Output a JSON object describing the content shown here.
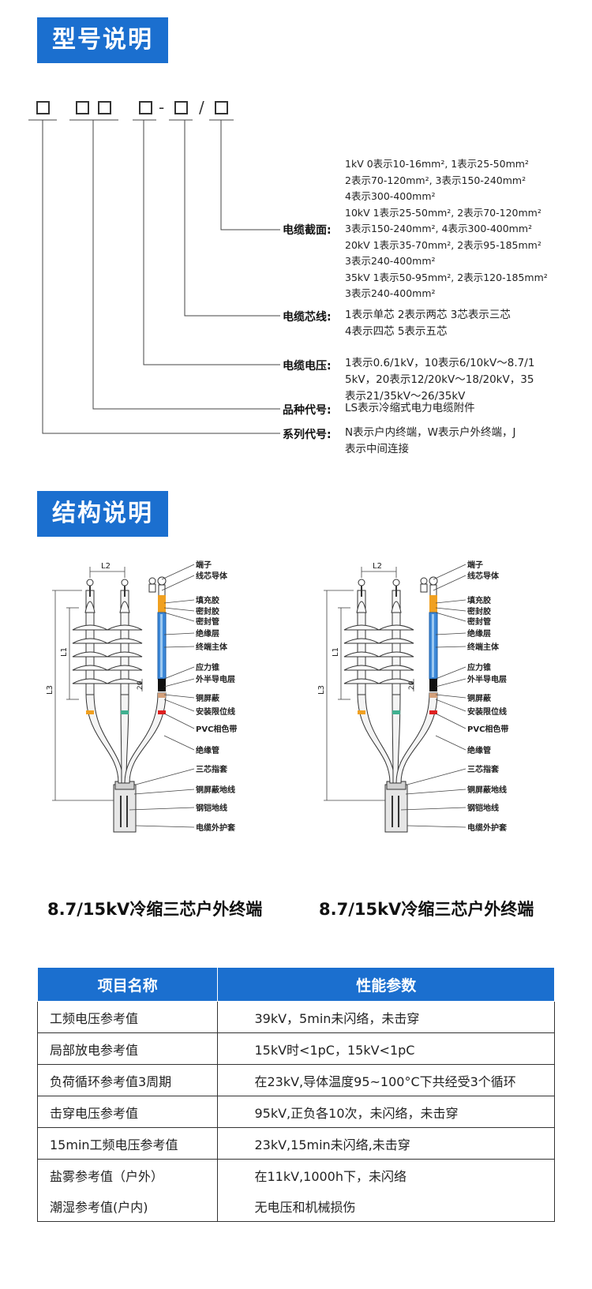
{
  "model_section": {
    "title": "型号说明",
    "separators": [
      "-",
      "/"
    ],
    "items": [
      {
        "label": "电缆截面:",
        "lines": [
          "1kV 0表示10-16mm², 1表示25-50mm²",
          "2表示70-120mm², 3表示150-240mm²",
          "4表示300-400mm²",
          "10kV 1表示25-50mm², 2表示70-120mm²",
          "3表示150-240mm², 4表示300-400mm²",
          "20kV 1表示35-70mm², 2表示95-185mm²",
          "3表示240-400mm²",
          "35kV 1表示50-95mm², 2表示120-185mm²",
          "3表示240-400mm²"
        ]
      },
      {
        "label": "电缆芯线:",
        "lines": [
          "1表示单芯   2表示两芯   3芯表示三芯",
          "4表示四芯   5表示五芯"
        ]
      },
      {
        "label": "电缆电压:",
        "lines": [
          "1表示0.6/1kV，10表示6/10kV～8.7/1",
          "5kV，20表示12/20kV～18/20kV，35",
          "表示21/35kV～26/35kV"
        ]
      },
      {
        "label": "品种代号:",
        "lines": [
          "LS表示冷缩式电力电缆附件"
        ]
      },
      {
        "label": "系列代号:",
        "lines": [
          "N表示户内终端，W表示户外终端，J",
          "表示中间连接"
        ]
      }
    ]
  },
  "structure_section": {
    "title": "结构说明",
    "diagram_labels": {
      "dim_l2": "L2",
      "dim_l1": "L1",
      "dim_l3": "L3",
      "dim_20": "20",
      "parts": [
        "端子",
        "线芯导体",
        "填充胶",
        "密封胶",
        "密封管",
        "绝缘层",
        "终端主体",
        "应力锥",
        "外半导电层",
        "铜屏蔽",
        "安装限位线",
        "PVC相色带",
        "绝缘管",
        "三芯指套",
        "铜屏蔽地线",
        "钢铠地线",
        "电缆外护套"
      ]
    },
    "captions": [
      "8.7/15kV冷缩三芯户外终端",
      "8.7/15kV冷缩三芯户外终端"
    ]
  },
  "spec_table": {
    "headers": [
      "项目名称",
      "性能参数"
    ],
    "rows": [
      [
        "工频电压参考值",
        "39kV，5min未闪络，未击穿"
      ],
      [
        "局部放电参考值",
        "15kV时<1pC，15kV<1pC"
      ],
      [
        "负荷循环参考值3周期",
        "在23kV,导体温度95~100°C下共经受3个循环"
      ],
      [
        "击穿电压参考值",
        "95kV,正负各10次，未闪络，未击穿"
      ],
      [
        "15min工频电压参考值",
        "23kV,15min未闪络,未击穿"
      ],
      [
        "盐雾参考值（户外）",
        "在11kV,1000h下，未闪络"
      ],
      [
        "潮湿参考值(户内)",
        "无电压和机械损伤"
      ]
    ]
  },
  "colors": {
    "accent": "#1b6fcf",
    "phase_orange": "#f0a020",
    "phase_green": "#40b090",
    "phase_red": "#e02020"
  }
}
